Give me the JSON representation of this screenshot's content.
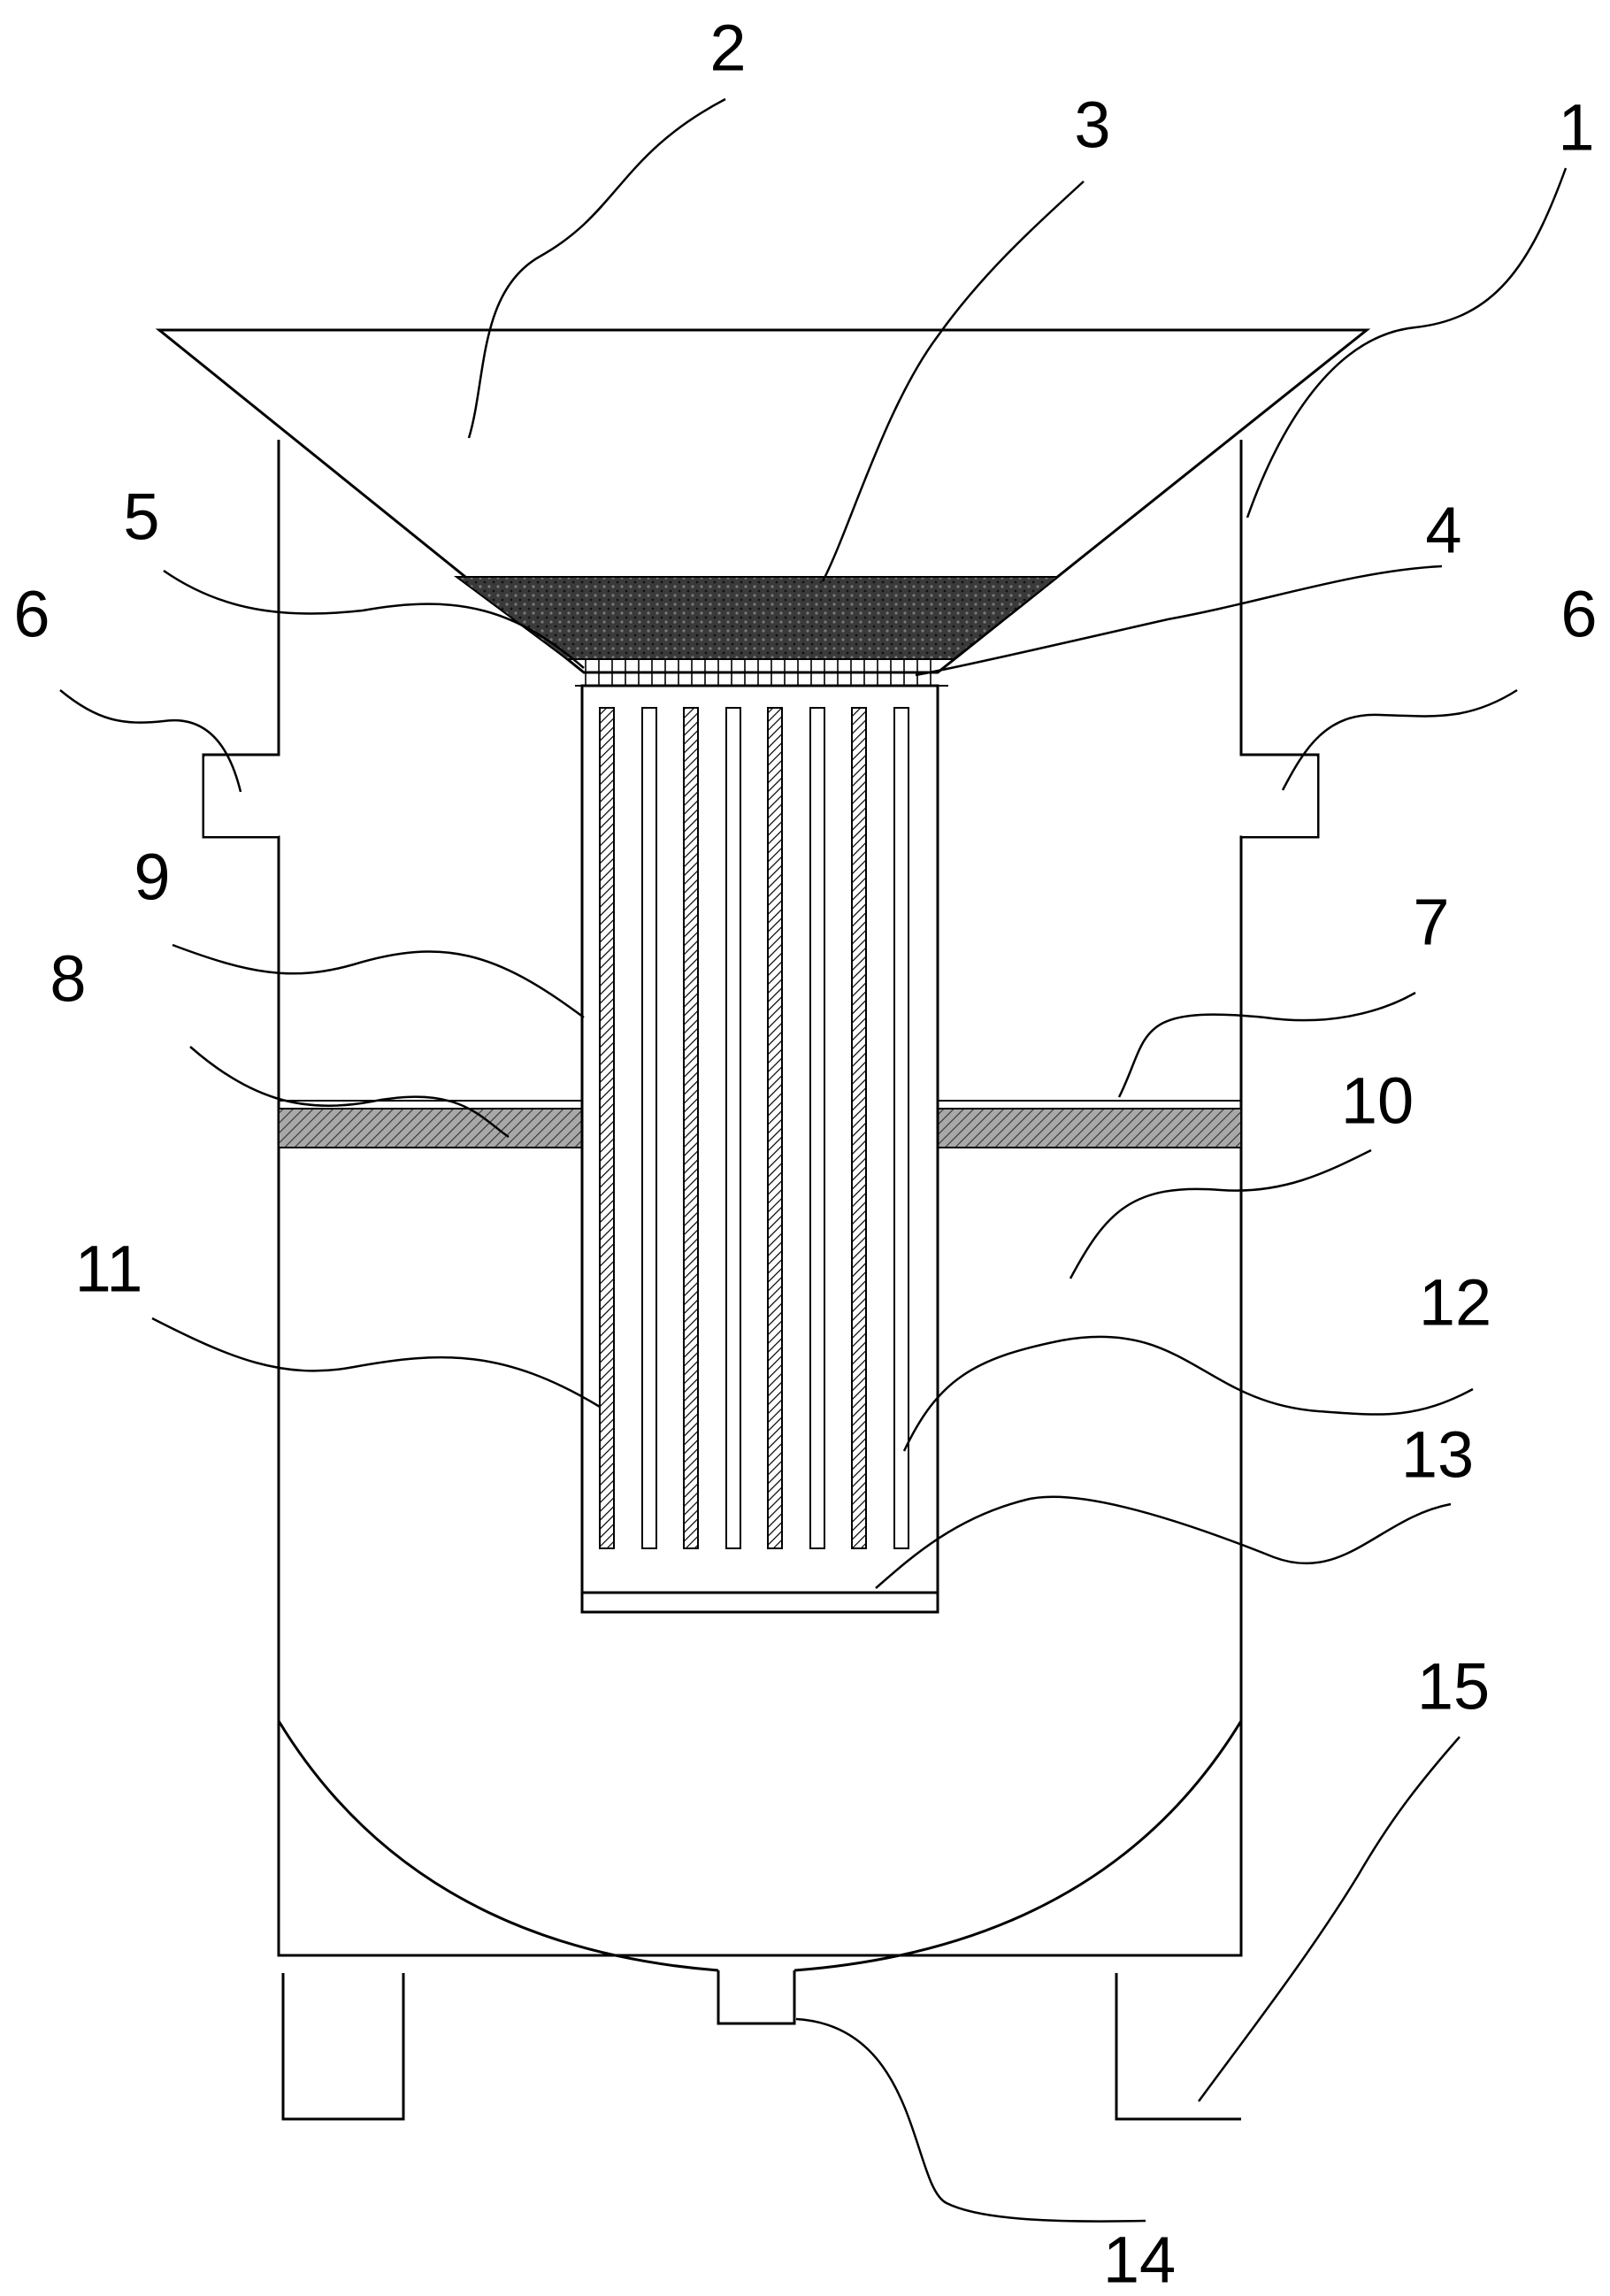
{
  "labels": [
    {
      "id": "1",
      "text": "1"
    },
    {
      "id": "2",
      "text": "2"
    },
    {
      "id": "3",
      "text": "3"
    },
    {
      "id": "4",
      "text": "4"
    },
    {
      "id": "5",
      "text": "5"
    },
    {
      "id": "6-left",
      "text": "6"
    },
    {
      "id": "6-right",
      "text": "6"
    },
    {
      "id": "7",
      "text": "7"
    },
    {
      "id": "8",
      "text": "8"
    },
    {
      "id": "9",
      "text": "9"
    },
    {
      "id": "10",
      "text": "10"
    },
    {
      "id": "11",
      "text": "11"
    },
    {
      "id": "12",
      "text": "12"
    },
    {
      "id": "13",
      "text": "13"
    },
    {
      "id": "14",
      "text": "14"
    },
    {
      "id": "15",
      "text": "15"
    }
  ],
  "colors": {
    "line": "#000000",
    "background": "#ffffff",
    "dark-fill": "#2b2b2b",
    "hatch-fill": "#8c8c8c"
  }
}
